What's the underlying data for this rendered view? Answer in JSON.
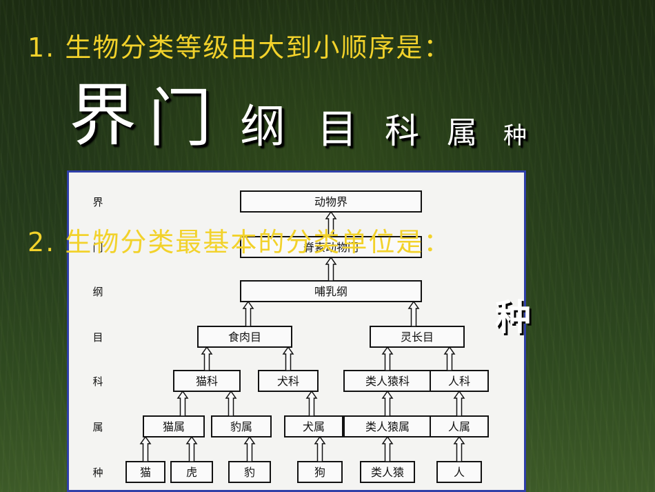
{
  "question1": "1. 生物分类等级由大到小顺序是：",
  "ranks": [
    "界",
    "门",
    "纲",
    "目",
    "科",
    "属",
    "种"
  ],
  "question2": "2. 生物分类最基本的分类单位是：",
  "answer2": "种",
  "diagram": {
    "level_labels": [
      "界",
      "门",
      "纲",
      "目",
      "科",
      "属",
      "种"
    ],
    "kingdom": "动物界",
    "phylum": "脊索动物门",
    "class": "哺乳纲",
    "orders": [
      "食肉目",
      "灵长目"
    ],
    "families": [
      "猫科",
      "犬科",
      "类人猿科",
      "人科"
    ],
    "genera": [
      "猫属",
      "豹属",
      "犬属",
      "类人猿属",
      "人属"
    ],
    "species": [
      "猫",
      "虎",
      "豹",
      "狗",
      "类人猿",
      "人"
    ]
  }
}
